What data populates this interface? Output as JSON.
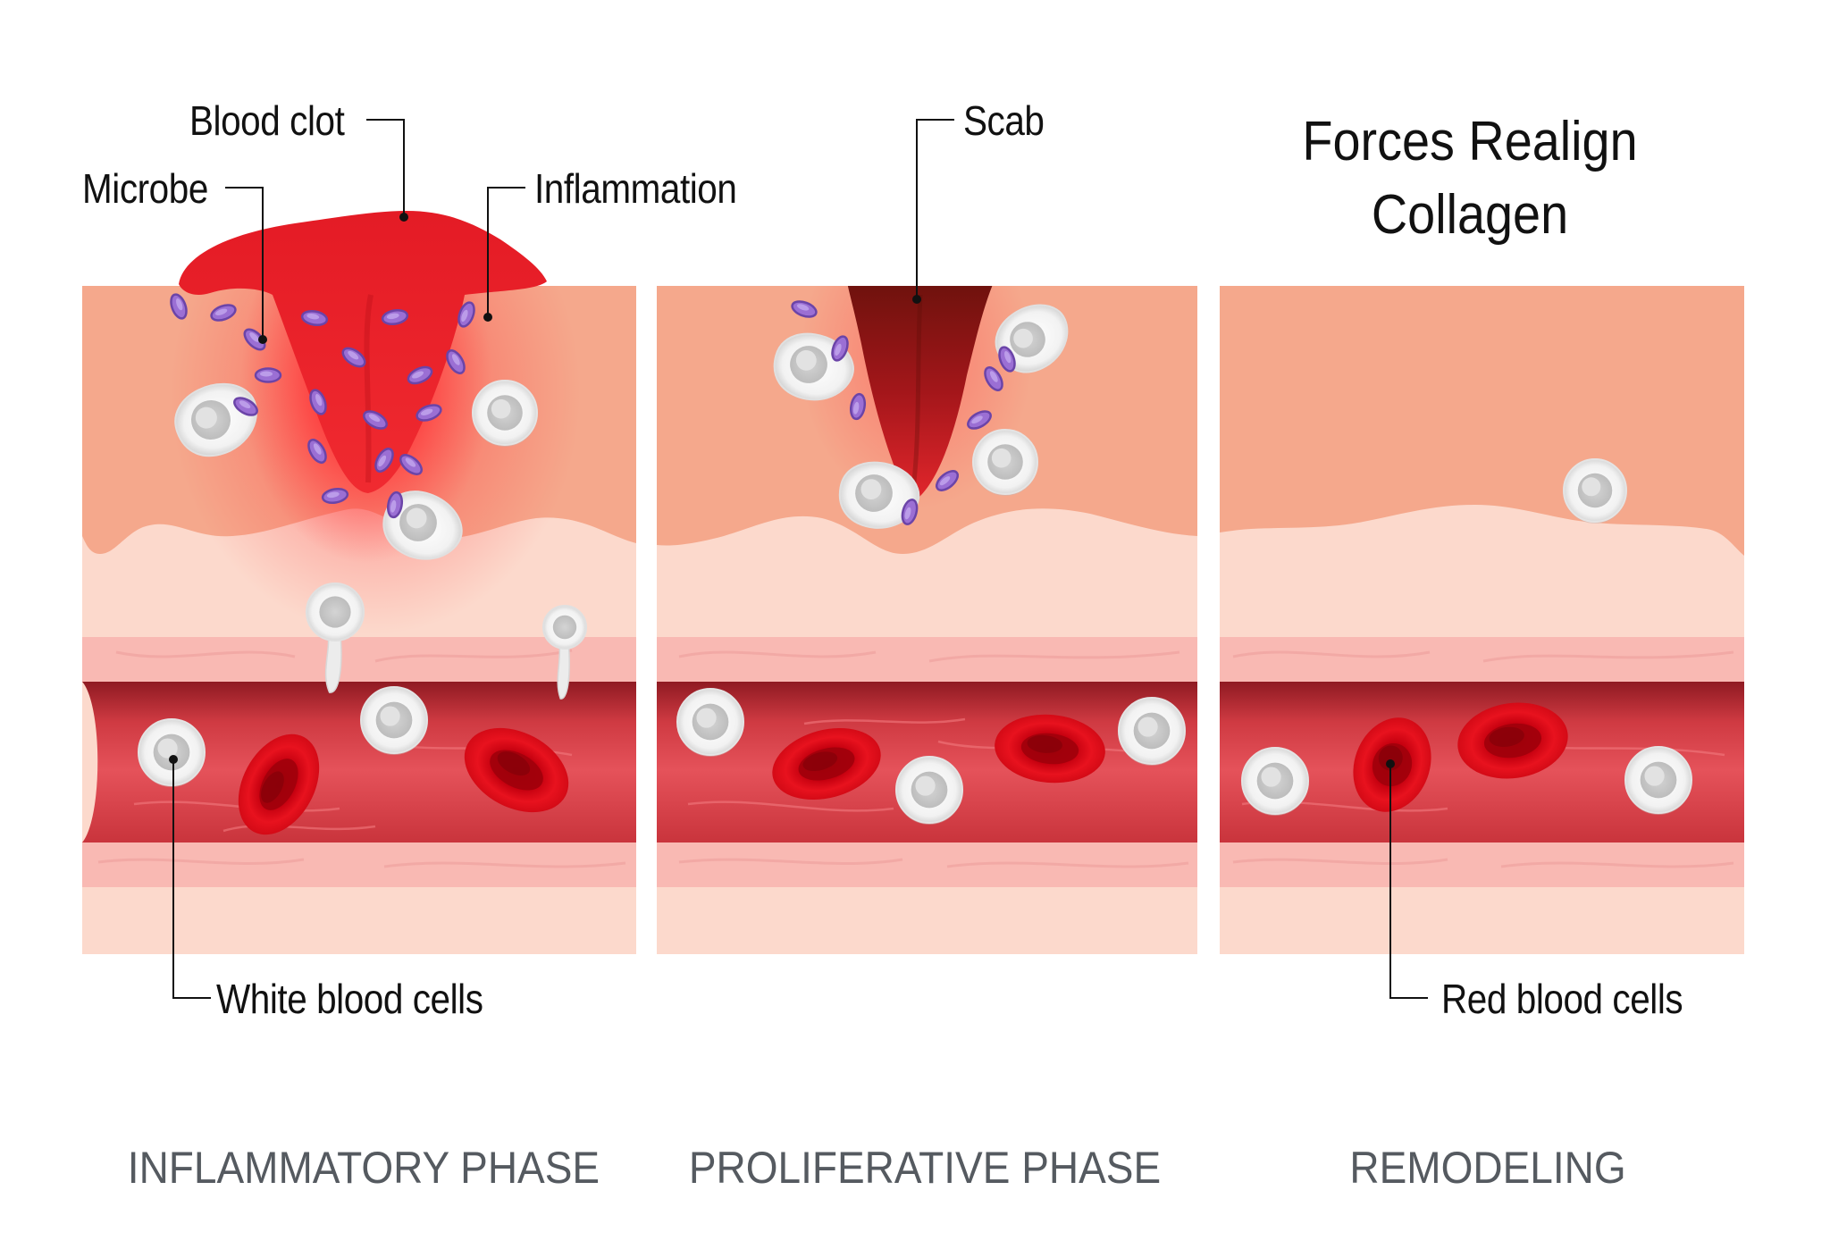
{
  "labels": {
    "blood_clot": "Blood clot",
    "microbe": "Microbe",
    "inflammation": "Inflammation",
    "scab": "Scab",
    "white_blood_cells": "White blood cells",
    "red_blood_cells": "Red blood cells"
  },
  "title": {
    "line1": "Forces Realign",
    "line2": "Collagen"
  },
  "phases": {
    "inflammatory": "INFLAMMATORY PHASE",
    "proliferative": "PROLIFERATIVE PHASE",
    "remodeling": "REMODELING"
  },
  "colors": {
    "epidermis": "#f5a88c",
    "dermis": "#fcd9cc",
    "vessel_wall": "#f9b9b3",
    "vessel_lumen": "#dc3b44",
    "red_blood_cell": "#d6101c",
    "white_blood_cell": "#f2f2f2",
    "microbe": "#9b6fd4",
    "clot": "#e8202a",
    "scab": "#7c1610"
  }
}
